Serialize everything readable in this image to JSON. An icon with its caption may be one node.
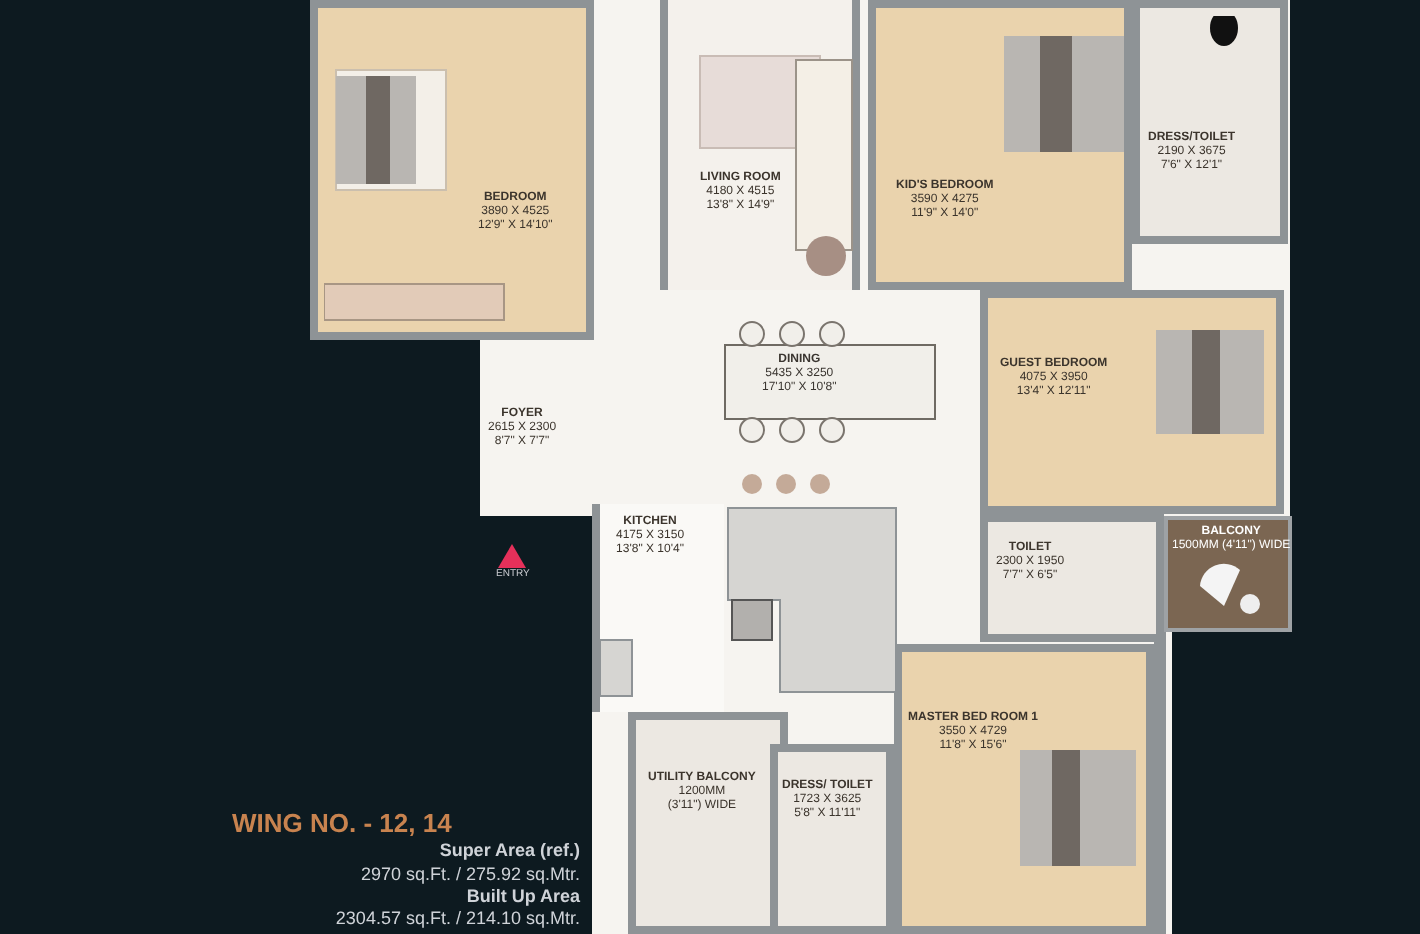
{
  "diagram": {
    "nodes": [
      {
        "text": [
          "BEDROOM",
          "3890 X 4525",
          "12'9\" X 14'10\""
        ]
      },
      {
        "text": [
          "LIVING ROOM",
          "4180 X 4515",
          "13'8\" X 14'9\""
        ]
      },
      {
        "text": [
          "KID'S BEDROOM",
          "3590 X 4275",
          "11'9\" X 14'0\""
        ]
      },
      {
        "text": [
          "DRESS/TOILET",
          "2190 X 3675",
          "7'6\" X 12'1\""
        ]
      },
      {
        "text": [
          "DINING",
          "5435 X 3250",
          "17'10\" X 10'8\""
        ]
      },
      {
        "text": [
          "FOYER",
          "2615 X 2300",
          "8'7\" X 7'7\""
        ]
      },
      {
        "text": [
          "GUEST BEDROOM",
          "4075 X 3950",
          "13'4\" X 12'11\""
        ]
      },
      {
        "text": [
          "KITCHEN",
          "4175 X 3150",
          "13'8\" X 10'4\""
        ]
      },
      {
        "text": [
          "TOILET",
          "2300 X 1950",
          "7'7\" X 6'5\""
        ]
      },
      {
        "text": [
          "BALCONY",
          "1500MM (4'11\") WIDE"
        ]
      },
      {
        "text": [
          "UTILITY BALCONY",
          "1200MM",
          "(3'11\") WIDE"
        ]
      },
      {
        "text": [
          "DRESS/ TOILET",
          "1723 X 3625",
          "5'8\" X 11'11\""
        ]
      },
      {
        "text": [
          "MASTER BED ROOM 1",
          "3550 X 4729",
          "11'8\" X 15'6\""
        ]
      }
    ],
    "labels": [
      "ENTRY",
      "WING NO. - 12, 14",
      "Super Area (ref.)",
      "2970 sq.Ft. / 275.92 sq.Mtr.",
      "Built Up Area",
      "2304.57 sq.Ft. / 214.10 sq.Mtr."
    ]
  }
}
